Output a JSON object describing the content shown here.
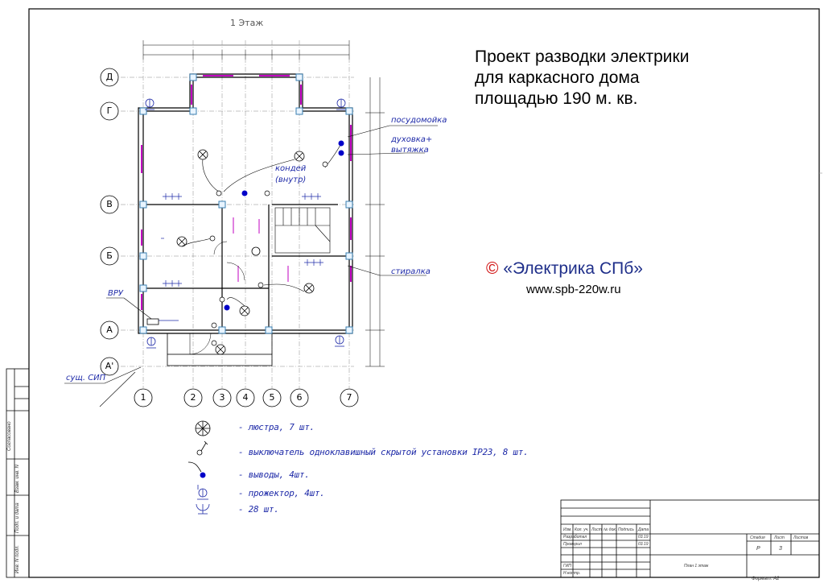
{
  "header": {
    "title_line1": "Проект разводки электрики",
    "title_line2": "для каркасного дома",
    "title_line3": "площадью 190 м. кв.",
    "copyright_symbol": "©",
    "company": "«Электрика СПб»",
    "website": "www.spb-220w.ru"
  },
  "drawing": {
    "floor_label": "1 Этаж"
  },
  "callouts": {
    "dishwasher": "посудомойка",
    "oven_line1": "духовка+",
    "oven_line2": "вытяжка",
    "ac_line1": "кондей",
    "ac_line2": "(внутр)",
    "washer": "стиралка",
    "vru": "ВРУ",
    "sip": "сущ. СИП"
  },
  "axes": {
    "rows": [
      "Д",
      "Г",
      "В",
      "Б",
      "А",
      "А'"
    ],
    "cols": [
      "1",
      "2",
      "3",
      "4",
      "5",
      "6",
      "7"
    ]
  },
  "legend": [
    "- люстра, 7 шт.",
    "- выключатель одноклавишный скрытой установки IP23, 8 шт.",
    "- выводы, 4шт.",
    "- прожектор, 4шт.",
    "- 28 шт."
  ],
  "stamp": {
    "cols": [
      "Изм.",
      "Кол. уч.",
      "Лист",
      "№ док.",
      "Подпись",
      "Дата"
    ],
    "rows": [
      "Разработал",
      "Проверил",
      "ГИП",
      "Н.контр."
    ],
    "dates": [
      "03.19",
      "03.19"
    ],
    "sheet_name": "План 1 этаж",
    "stage_label": "Стадия",
    "sheet_label": "Лист",
    "sheets_label": "Листов",
    "stage_value": "Р",
    "sheet_value": "3",
    "format": "Формат: А2"
  },
  "margin": {
    "agreed": "Согласовано",
    "inv_no": "Взам. инв. N",
    "sign_date": "Подп. и дата",
    "inv_orig": "Инв. N подл."
  }
}
